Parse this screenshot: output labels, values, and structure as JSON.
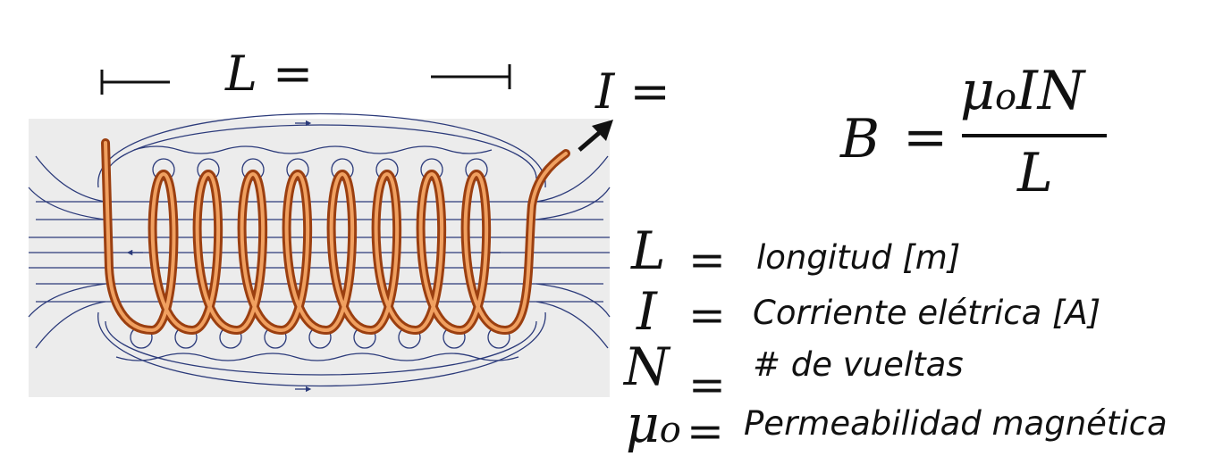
{
  "header": {
    "length_label": "L",
    "current_label": "I",
    "equals": "="
  },
  "formula": {
    "lhs": "B",
    "equals": "=",
    "numerator_mu": "μ",
    "numerator_sub": "o",
    "numerator_rest": "IN",
    "denominator": "L"
  },
  "legend": [
    {
      "symbol": "L",
      "equals": "=",
      "description": "longitud [m]"
    },
    {
      "symbol": "I",
      "equals": "=",
      "description": "Corriente elétrica [A]"
    },
    {
      "symbol": "N",
      "equals": "=",
      "description": "# de vueltas"
    },
    {
      "symbol": "μ",
      "subscript": "o",
      "equals": "=",
      "description": "Permeabilidad magnética"
    }
  ],
  "colors": {
    "coil": "#d2691e",
    "coil_highlight": "#f4a460",
    "field_lines": "#2b3a7a",
    "panel_background": "#ececec"
  },
  "icons": {
    "current_arrow": "arrow-up-right-icon",
    "length_brackets": "dimension-bracket-icon"
  }
}
